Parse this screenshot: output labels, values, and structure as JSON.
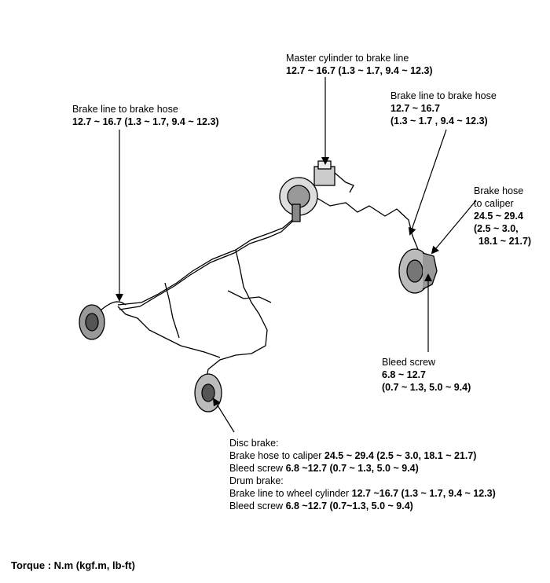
{
  "callouts": {
    "master_cylinder": {
      "title": "Master cylinder to brake line",
      "torque": "12.7 ~ 16.7 (1.3 ~ 1.7, 9.4 ~ 12.3)"
    },
    "brake_line_hose_left": {
      "title": "Brake line to brake hose",
      "torque": "12.7 ~ 16.7 (1.3 ~ 1.7, 9.4 ~ 12.3)"
    },
    "brake_line_hose_right": {
      "title": "Brake line to brake hose",
      "torque_line1": "12.7 ~ 16.7",
      "torque_line2": "(1.3 ~ 1.7 , 9.4 ~ 12.3)"
    },
    "brake_hose_caliper": {
      "title_line1": "Brake hose",
      "title_line2": "to caliper",
      "torque_line1": "24.5 ~ 29.4",
      "torque_line2": "(2.5 ~ 3.0,",
      "torque_line3": "18.1 ~ 21.7)"
    },
    "bleed_screw": {
      "title": "Bleed screw",
      "torque_line1": "6.8 ~ 12.7",
      "torque_line2": "(0.7 ~ 1.3, 5.0 ~ 9.4)"
    },
    "rear": {
      "disc_heading": "Disc brake:",
      "disc_hose_label": "Brake hose to caliper ",
      "disc_hose_torque": "24.5 ~ 29.4 (2.5 ~ 3.0, 18.1 ~ 21.7)",
      "disc_bleed_label": "Bleed screw ",
      "disc_bleed_torque": "6.8 ~12.7 (0.7 ~ 1.3, 5.0 ~ 9.4)",
      "drum_heading": "Drum brake:",
      "drum_line_label": "Brake line to wheel cylinder ",
      "drum_line_torque": "12.7 ~16.7 (1.3 ~ 1.7, 9.4 ~ 12.3)",
      "drum_bleed_label": "Bleed screw ",
      "drum_bleed_torque": "6.8 ~12.7 (0.7~1.3, 5.0 ~ 9.4)"
    }
  },
  "footer": {
    "units": "Torque : N.m (kgf.m, lb-ft)"
  }
}
